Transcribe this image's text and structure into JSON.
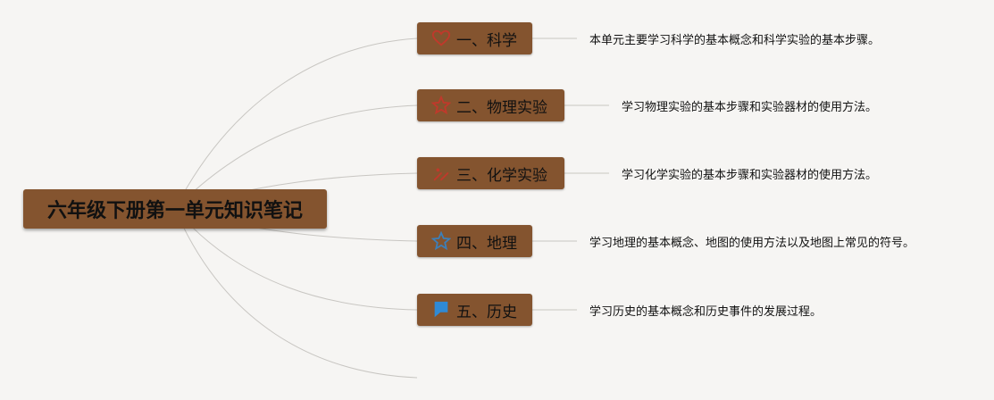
{
  "root": {
    "label": "六年级下册第一单元知识笔记"
  },
  "topics": [
    {
      "label": "一、科学",
      "icon": "heart-icon",
      "desc": "本单元主要学习科学的基本概念和科学实验的基本步骤。"
    },
    {
      "label": "二、物理实验",
      "icon": "star-icon",
      "desc": "学习物理实验的基本步骤和实验器材的使用方法。"
    },
    {
      "label": "三、化学实验",
      "icon": "tools-icon",
      "desc": "学习化学实验的基本步骤和实验器材的使用方法。"
    },
    {
      "label": "四、地理",
      "icon": "star-outline-icon",
      "desc": "学习地理的基本概念、地图的使用方法以及地图上常见的符号。"
    },
    {
      "label": "五、历史",
      "icon": "flag-icon",
      "desc": "学习历史的基本概念和历史事件的发展过程。"
    }
  ],
  "colors": {
    "node": "#84542f",
    "link": "#c8c6c2",
    "heart": "#c0392b",
    "star": "#c0392b",
    "tools": "#c0392b",
    "star_outline": "#3d7fb8",
    "flag": "#2f8ad6"
  }
}
